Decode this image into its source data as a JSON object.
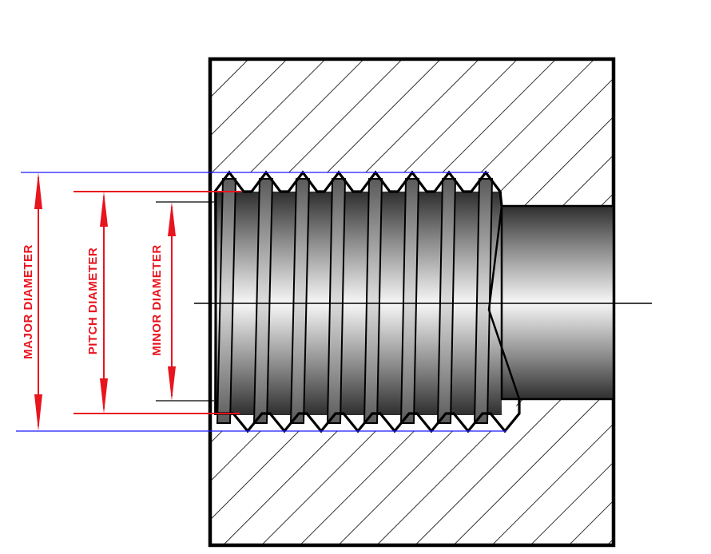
{
  "labels": {
    "major": "MAJOR DIAMETER",
    "pitch": "PITCH DIAMETER",
    "minor": "MINOR DIAMETER"
  },
  "colors": {
    "major_line": "#1a1aff",
    "pitch_line": "#e8141e",
    "minor_line": "#000000",
    "label_text": "#e8141e",
    "outline": "#000000"
  }
}
